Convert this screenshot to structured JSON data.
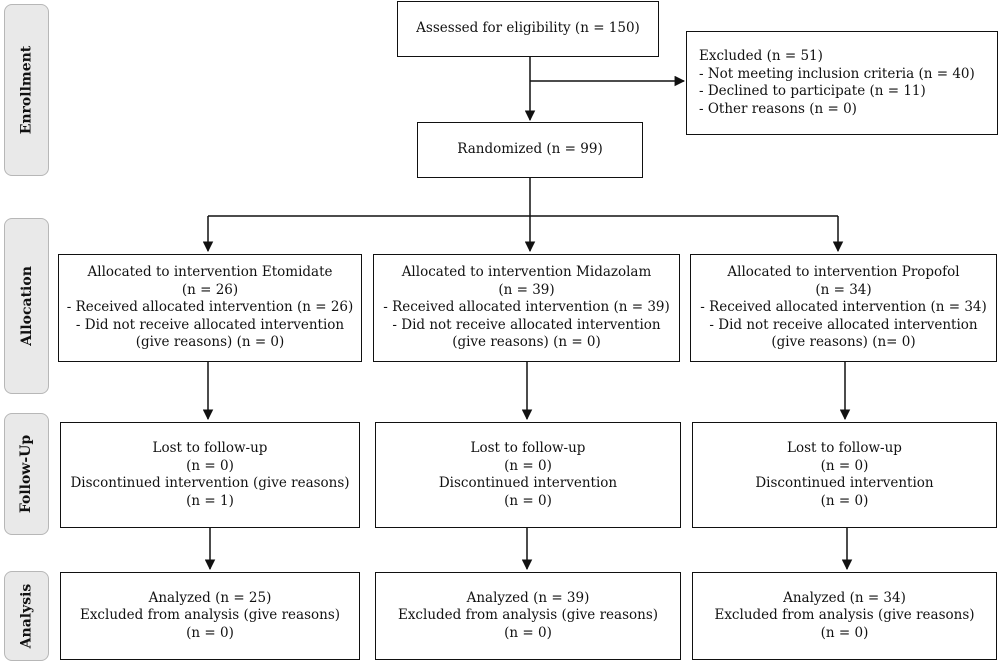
{
  "stages": {
    "enrollment": "Enrollment",
    "allocation": "Allocation",
    "follow_up": "Follow-Up",
    "analysis": "Analysis"
  },
  "enrollment": {
    "assessed": "Assessed for eligibility (n = 150)",
    "excluded": {
      "title": "Excluded (n = 51)",
      "reasons": [
        "-  Not meeting inclusion criteria (n = 40)",
        "-  Declined to participate (n = 11)",
        "-  Other reasons (n = 0)"
      ]
    },
    "randomized": "Randomized (n = 99)"
  },
  "arms": [
    {
      "allocation": [
        "Allocated to intervention Etomidate",
        "(n = 26)",
        "- Received allocated intervention (n = 26)",
        "- Did not receive allocated intervention",
        "(give reasons) (n = 0)"
      ],
      "follow_up": [
        "Lost to follow-up",
        "(n = 0)",
        "Discontinued intervention (give reasons)",
        "(n = 1)"
      ],
      "analysis": [
        "Analyzed (n = 25)",
        "Excluded from analysis (give reasons)",
        "(n = 0)"
      ]
    },
    {
      "allocation": [
        "Allocated to intervention Midazolam",
        "(n = 39)",
        "- Received allocated intervention (n = 39)",
        "- Did not receive allocated intervention",
        "(give reasons) (n = 0)"
      ],
      "follow_up": [
        "Lost to follow-up",
        "(n = 0)",
        "Discontinued intervention",
        "(n = 0)"
      ],
      "analysis": [
        "Analyzed (n = 39)",
        "Excluded from analysis (give reasons)",
        "(n = 0)"
      ]
    },
    {
      "allocation": [
        "Allocated to intervention Propofol",
        "(n = 34)",
        "- Received allocated intervention (n = 34)",
        "- Did not receive allocated intervention",
        "(give reasons) (n= 0)"
      ],
      "follow_up": [
        "Lost to follow-up",
        "(n = 0)",
        "Discontinued intervention",
        "(n = 0)"
      ],
      "analysis": [
        "Analyzed (n = 34)",
        "Excluded from analysis (give reasons)",
        "(n = 0)"
      ]
    }
  ]
}
